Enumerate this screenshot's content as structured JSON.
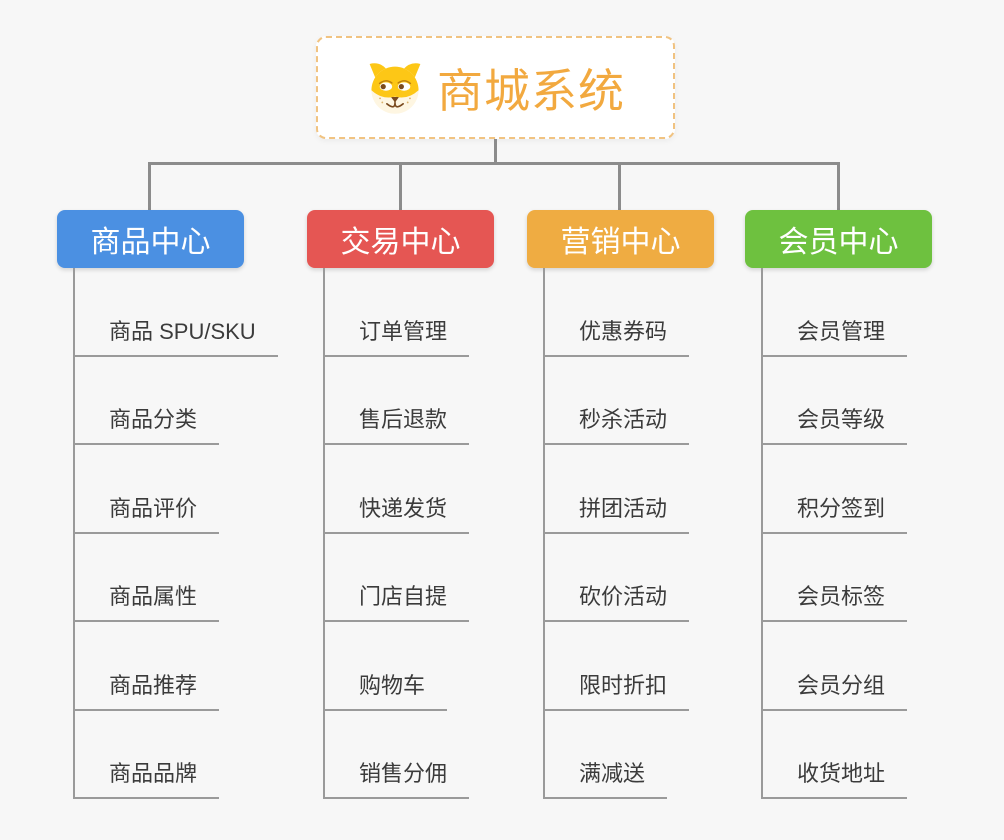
{
  "canvas": {
    "background": "#f7f7f7",
    "connector_color": "#8c8c8c",
    "underline_color": "#9a9a9a"
  },
  "root": {
    "label": "商城系统",
    "icon": "shiba-dog-icon",
    "text_color": "#f2a93f",
    "border_color": "#f1c381",
    "background": "#ffffff"
  },
  "branches": [
    {
      "label": "商品中心",
      "color": "#4b90e2",
      "children": [
        "商品 SPU/SKU",
        "商品分类",
        "商品评价",
        "商品属性",
        "商品推荐",
        "商品品牌"
      ]
    },
    {
      "label": "交易中心",
      "color": "#e55653",
      "children": [
        "订单管理",
        "售后退款",
        "快递发货",
        "门店自提",
        "购物车",
        "销售分佣"
      ]
    },
    {
      "label": "营销中心",
      "color": "#efac42",
      "children": [
        "优惠券码",
        "秒杀活动",
        "拼团活动",
        "砍价活动",
        "限时折扣",
        "满减送"
      ]
    },
    {
      "label": "会员中心",
      "color": "#6ec13f",
      "children": [
        "会员管理",
        "会员等级",
        "积分签到",
        "会员标签",
        "会员分组",
        "收货地址"
      ]
    }
  ]
}
